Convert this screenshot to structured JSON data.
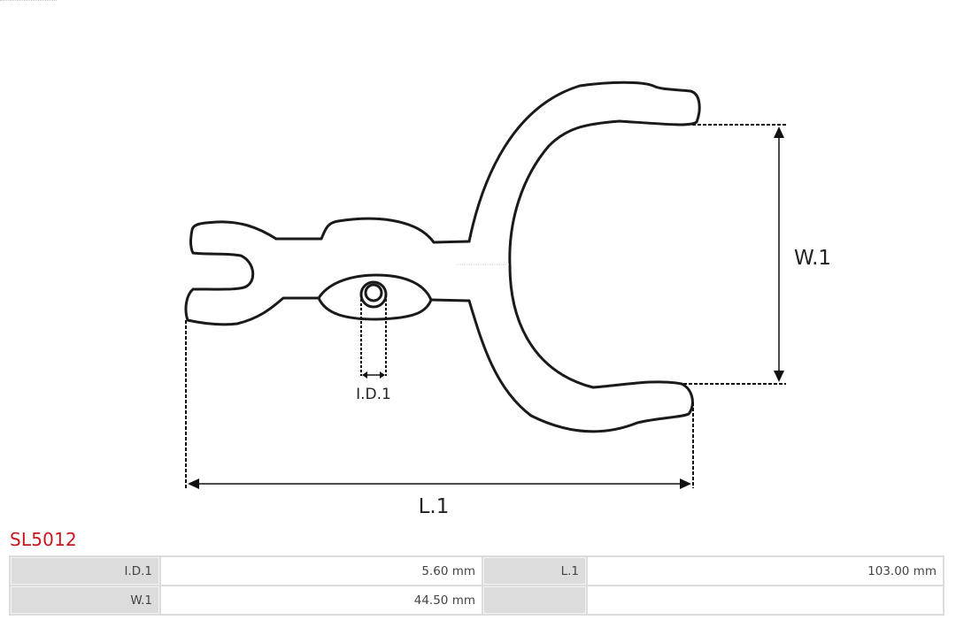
{
  "product": {
    "code": "SL5012",
    "accent_color": "#c8161d"
  },
  "drawing": {
    "labels": {
      "inner_diameter": "I.D.1",
      "width": "W.1",
      "length": "L.1"
    }
  },
  "specs": {
    "rows": [
      {
        "label1": "I.D.1",
        "value1": "5.60 mm",
        "label2": "L.1",
        "value2": "103.00 mm"
      },
      {
        "label1": "W.1",
        "value1": "44.50 mm",
        "label2": "",
        "value2": ""
      }
    ]
  }
}
